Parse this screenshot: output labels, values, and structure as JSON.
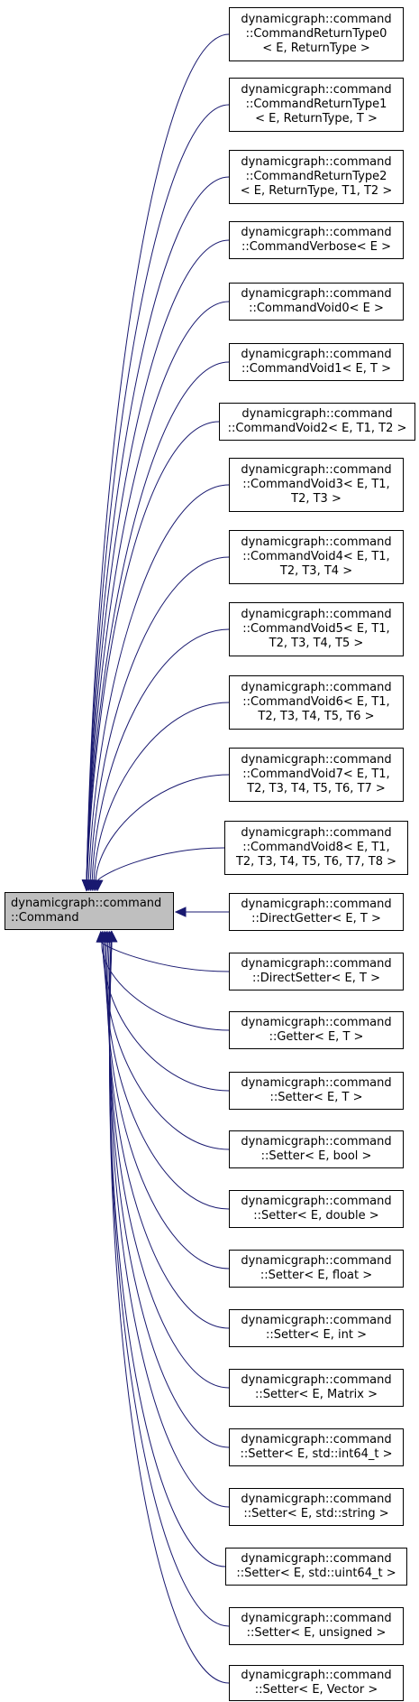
{
  "diagram": {
    "base": {
      "lines": [
        "dynamicgraph::command",
        "::Command"
      ],
      "fill": "#bfbfbf"
    },
    "edge_color": "#191970",
    "derived": [
      {
        "lines": [
          "dynamicgraph::command",
          "::CommandReturnType0",
          "< E, ReturnType >"
        ]
      },
      {
        "lines": [
          "dynamicgraph::command",
          "::CommandReturnType1",
          "< E, ReturnType, T >"
        ]
      },
      {
        "lines": [
          "dynamicgraph::command",
          "::CommandReturnType2",
          "< E, ReturnType, T1, T2 >"
        ]
      },
      {
        "lines": [
          "dynamicgraph::command",
          "::CommandVerbose< E >"
        ]
      },
      {
        "lines": [
          "dynamicgraph::command",
          "::CommandVoid0< E >"
        ]
      },
      {
        "lines": [
          "dynamicgraph::command",
          "::CommandVoid1< E, T >"
        ]
      },
      {
        "lines": [
          "dynamicgraph::command",
          "::CommandVoid2< E, T1, T2 >"
        ]
      },
      {
        "lines": [
          "dynamicgraph::command",
          "::CommandVoid3< E, T1,",
          "T2, T3 >"
        ]
      },
      {
        "lines": [
          "dynamicgraph::command",
          "::CommandVoid4< E, T1,",
          "T2, T3, T4 >"
        ]
      },
      {
        "lines": [
          "dynamicgraph::command",
          "::CommandVoid5< E, T1,",
          "T2, T3, T4, T5 >"
        ]
      },
      {
        "lines": [
          "dynamicgraph::command",
          "::CommandVoid6< E, T1,",
          "T2, T3, T4, T5, T6 >"
        ]
      },
      {
        "lines": [
          "dynamicgraph::command",
          "::CommandVoid7< E, T1,",
          "T2, T3, T4, T5, T6, T7 >"
        ]
      },
      {
        "lines": [
          "dynamicgraph::command",
          "::CommandVoid8< E, T1,",
          "T2, T3, T4, T5, T6, T7, T8 >"
        ]
      },
      {
        "lines": [
          "dynamicgraph::command",
          "::DirectGetter< E, T >"
        ]
      },
      {
        "lines": [
          "dynamicgraph::command",
          "::DirectSetter< E, T >"
        ]
      },
      {
        "lines": [
          "dynamicgraph::command",
          "::Getter< E, T >"
        ]
      },
      {
        "lines": [
          "dynamicgraph::command",
          "::Setter< E, T >"
        ]
      },
      {
        "lines": [
          "dynamicgraph::command",
          "::Setter< E, bool >"
        ]
      },
      {
        "lines": [
          "dynamicgraph::command",
          "::Setter< E, double >"
        ]
      },
      {
        "lines": [
          "dynamicgraph::command",
          "::Setter< E, float >"
        ]
      },
      {
        "lines": [
          "dynamicgraph::command",
          "::Setter< E, int >"
        ]
      },
      {
        "lines": [
          "dynamicgraph::command",
          "::Setter< E, Matrix >"
        ]
      },
      {
        "lines": [
          "dynamicgraph::command",
          "::Setter< E, std::int64_t >"
        ]
      },
      {
        "lines": [
          "dynamicgraph::command",
          "::Setter< E, std::string >"
        ]
      },
      {
        "lines": [
          "dynamicgraph::command",
          "::Setter< E, std::uint64_t >"
        ]
      },
      {
        "lines": [
          "dynamicgraph::command",
          "::Setter< E, unsigned >"
        ]
      },
      {
        "lines": [
          "dynamicgraph::command",
          "::Setter< E, Vector >"
        ]
      }
    ]
  }
}
